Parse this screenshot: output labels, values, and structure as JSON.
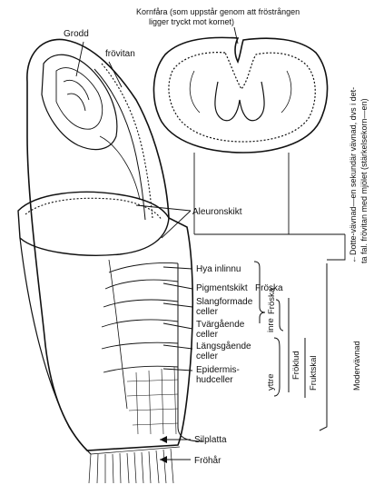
{
  "top_note": {
    "line1": "Kornfåra (som uppstår genom att fröstrången",
    "line2": "ligger tryckt mot kornet)"
  },
  "labels": {
    "grodd": "Grodd",
    "frovita": "frövitan",
    "aleuron": "Aleuronskikt",
    "hyalin": "Hya inlinnu",
    "pigment": "Pigmentskikt",
    "froska_h": "Fröska",
    "slang1": "Slangformade",
    "slang2": "celler",
    "tvar1": "Tvärgående",
    "tvar2": "celler",
    "langs1": "Längsgående",
    "langs2": "celler",
    "epid1": "Epidermis-",
    "epid2": "hudceller",
    "silplatta": "Silplatta",
    "frohar": "Fröhår"
  },
  "brackets": {
    "froska_v": "Fröska",
    "inre": "inre",
    "frokhud": "Fröklud",
    "fruktskal": "Fruktskal",
    "yttre": "yttre"
  },
  "side_notes": {
    "dotter_line1": "←Dotte-vävnad—en sekundär vävnad, dvs i det-",
    "dotter_line2": "ta fal. frövitan med mjölet (stärkelsekorn—en)",
    "modervavnad": "Modervävnad"
  }
}
